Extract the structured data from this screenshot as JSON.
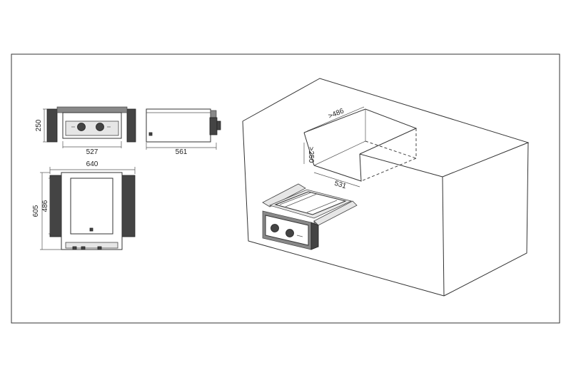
{
  "dimensions": {
    "front_height": "250",
    "front_width": "527",
    "side_depth": "561",
    "top_width": "640",
    "top_depth_outer": "605",
    "top_depth_inner": "486",
    "cutout_depth": ">486",
    "cutout_height": ">250",
    "cutout_width": "531"
  },
  "colors": {
    "line": "#333333",
    "panel_dark": "#444444",
    "panel_mid": "#888888",
    "panel_light": "#e6e6e6"
  }
}
